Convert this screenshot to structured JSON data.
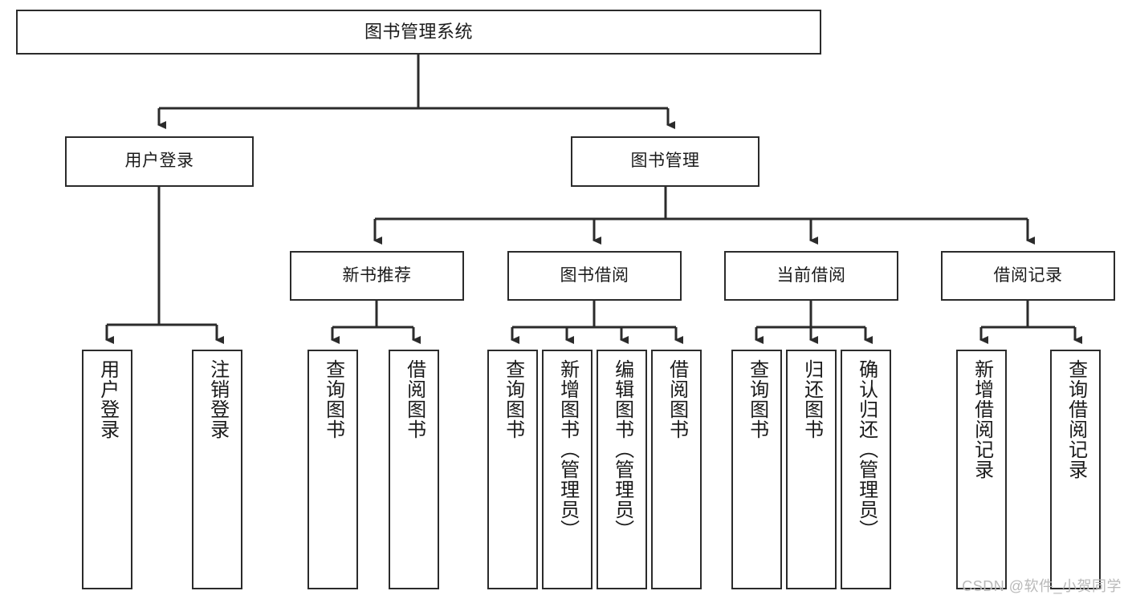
{
  "diagram": {
    "title": "图书管理系统",
    "type": "tree-hierarchy",
    "watermark": "CSDN @软件_小贺同学",
    "root": {
      "label": "图书管理系统"
    },
    "level2": [
      {
        "label": "用户登录"
      },
      {
        "label": "图书管理"
      }
    ],
    "level3": [
      {
        "label": "新书推荐"
      },
      {
        "label": "图书借阅"
      },
      {
        "label": "当前借阅"
      },
      {
        "label": "借阅记录"
      }
    ],
    "leaves": {
      "user_login": [
        {
          "label": "用户登录"
        },
        {
          "label": "注销登录"
        }
      ],
      "new_book_recommend": [
        {
          "label": "查询图书"
        },
        {
          "label": "借阅图书"
        }
      ],
      "book_borrow": [
        {
          "label": "查询图书"
        },
        {
          "label": "新增图书（管理员）"
        },
        {
          "label": "编辑图书（管理员）"
        },
        {
          "label": "借阅图书"
        }
      ],
      "current_borrow": [
        {
          "label": "查询图书"
        },
        {
          "label": "归还图书"
        },
        {
          "label": "确认归还（管理员）"
        }
      ],
      "borrow_record": [
        {
          "label": "新增借阅记录"
        },
        {
          "label": "查询借阅记录"
        }
      ]
    },
    "colors": {
      "box_border": "#2b2b2b",
      "box_fill": "#ffffff",
      "connector": "#2b2b2b",
      "text": "#1a1a1a",
      "watermark": "#b9b9b9"
    }
  }
}
